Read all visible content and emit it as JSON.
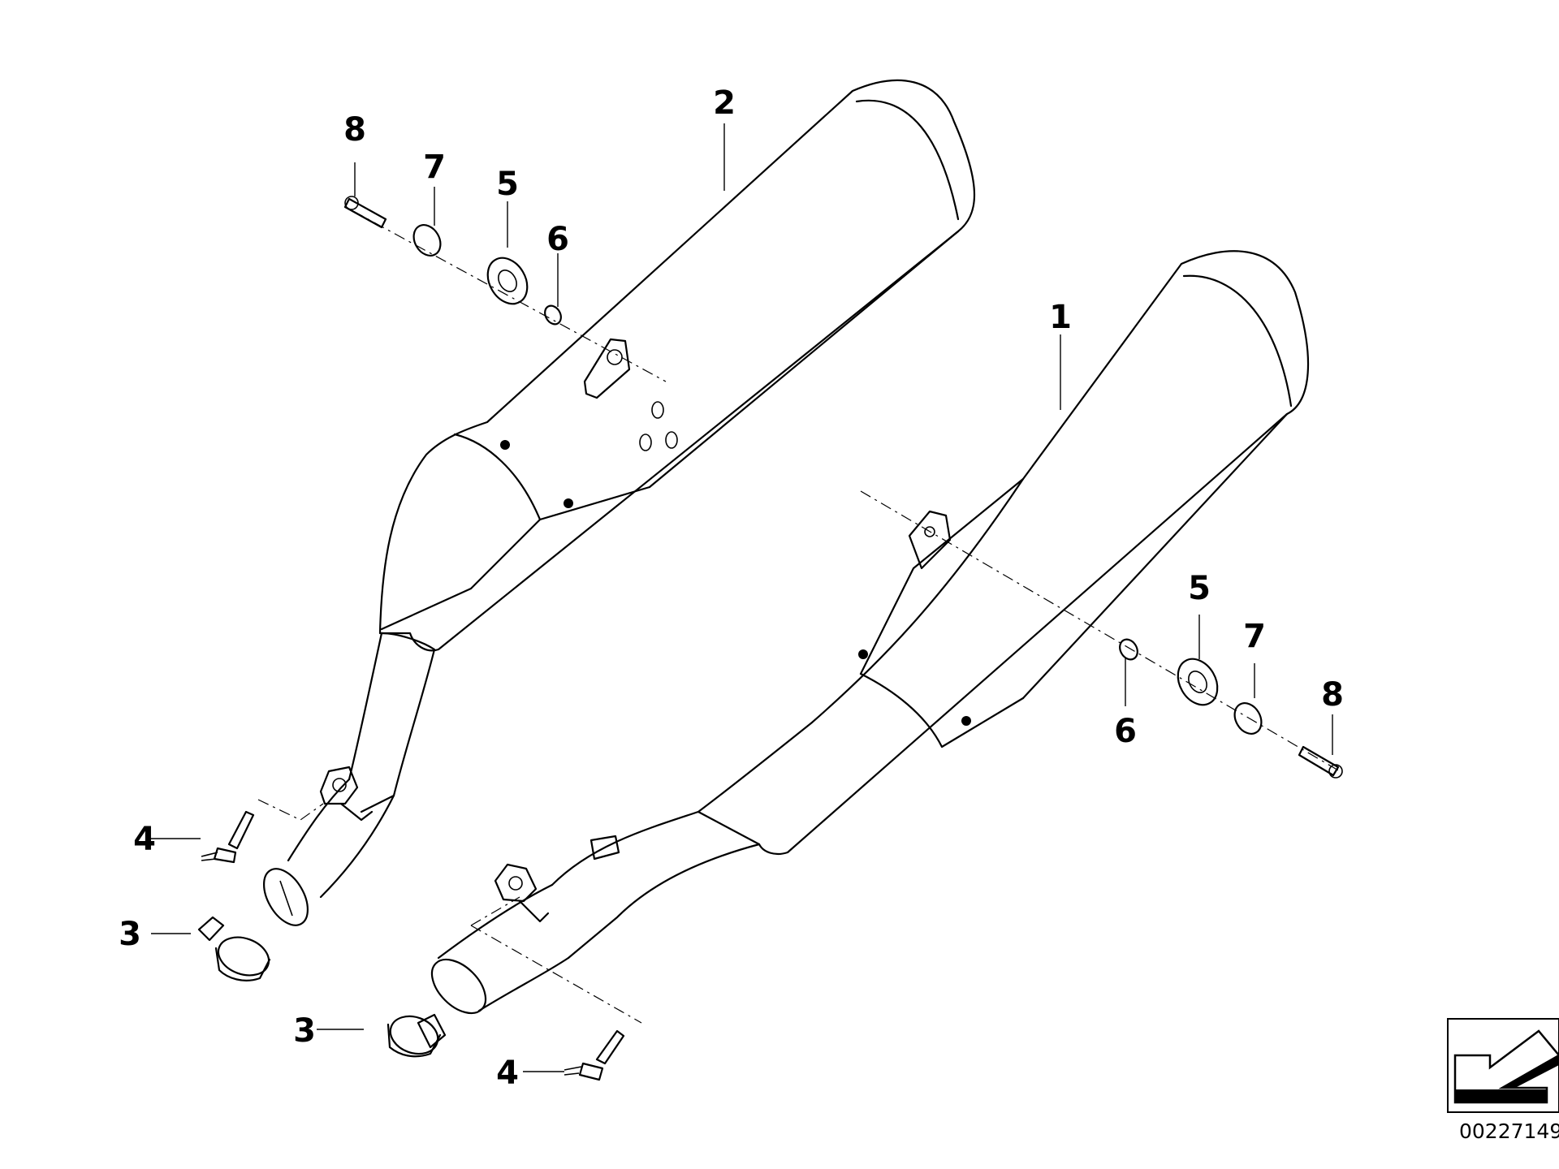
{
  "callouts": {
    "p1": "1",
    "p2": "2",
    "p3_left": "3",
    "p3_right": "3",
    "p4_left": "4",
    "p4_right": "4",
    "p5_left": "5",
    "p5_right": "5",
    "p6_left": "6",
    "p6_right": "6",
    "p7_left": "7",
    "p7_right": "7",
    "p8_left": "8",
    "p8_right": "8"
  },
  "reference": {
    "number": "00227149"
  }
}
